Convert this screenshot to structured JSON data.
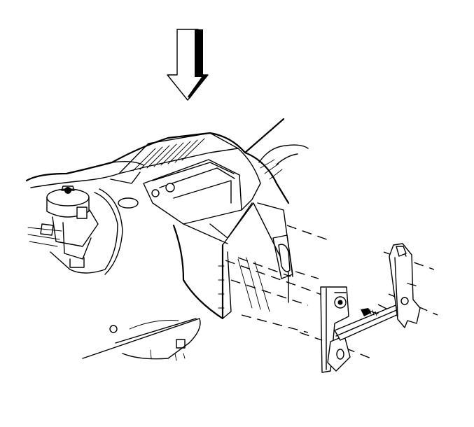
{
  "diagram": {
    "background_color": "#ffffff",
    "line_color": "#000000",
    "arrow_direction": "down",
    "parts": [
      "direction-arrow",
      "instrument-panel",
      "brake-booster",
      "center-console-bracket",
      "support-bracket",
      "fastener-bolt"
    ]
  }
}
